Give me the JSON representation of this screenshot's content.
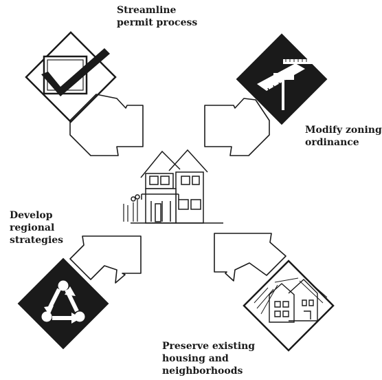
{
  "labels": {
    "streamline": [
      "Streamline",
      "permit process"
    ],
    "zoning": [
      "Modify zoning",
      "ordinance"
    ],
    "regional": [
      "Develop",
      "regional",
      "strategies"
    ],
    "preserve": [
      "Preserve existing",
      "housing and",
      "neighborhoods"
    ]
  },
  "icons": {
    "streamline": "checkbox-check-icon",
    "zoning": "tools-icon",
    "regional": "recycle-arrows-icon",
    "preserve": "houses-icon",
    "center": "house-icon"
  },
  "colors": {
    "ink": "#1a1a1a",
    "paper": "#ffffff"
  }
}
